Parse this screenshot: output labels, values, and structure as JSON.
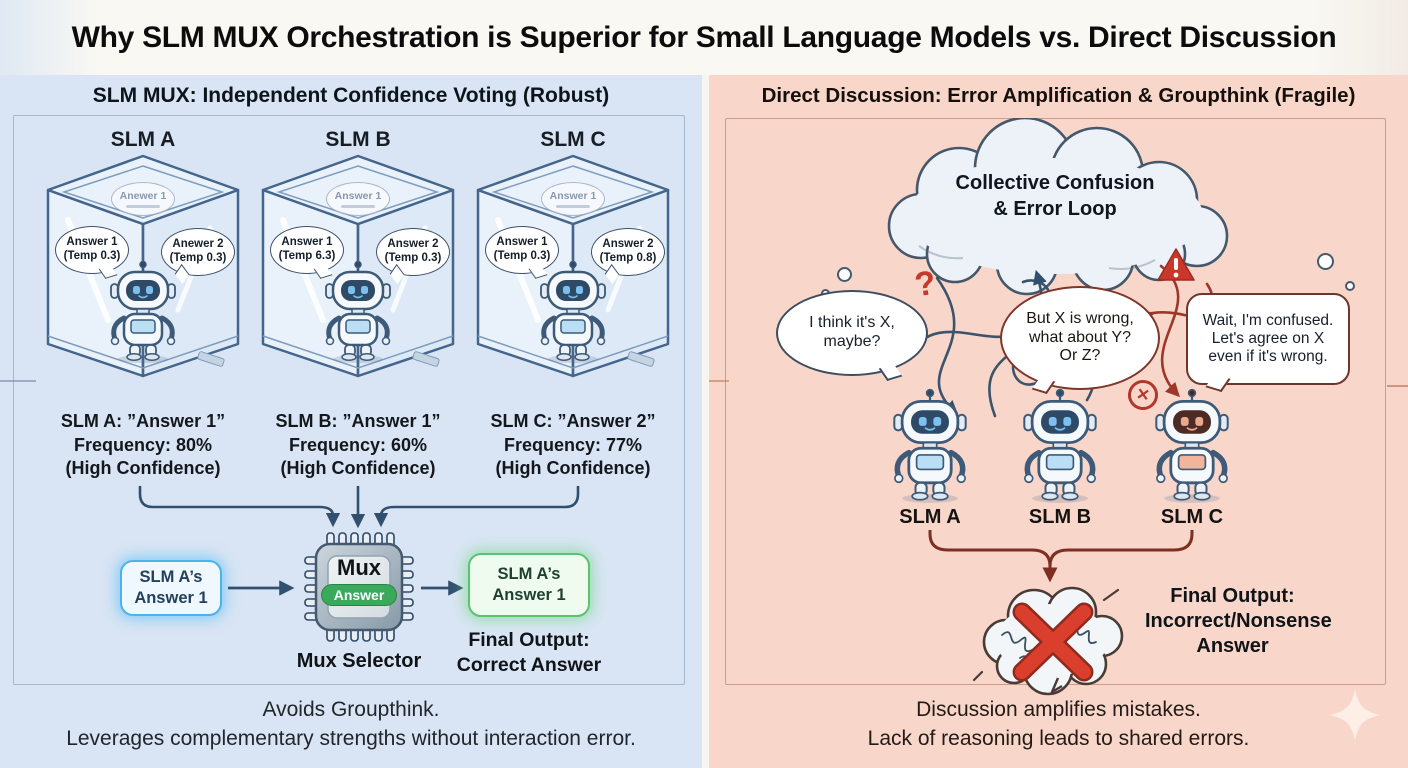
{
  "title": "Why SLM MUX Orchestration is Superior for Small Language Models vs. Direct Discussion",
  "colors": {
    "left_panel_bg": "#d9e5f4",
    "right_panel_bg": "#f8d7ca",
    "arrow_blue": "#32506d",
    "arrow_red": "#9c372a",
    "answer_badge_green": "#3aa95c",
    "input_glow_blue": "#4ab3e9",
    "output_glow_green": "#5ac46d",
    "error_red": "#d63c2a"
  },
  "left": {
    "header": "SLM MUX: Independent Confidence Voting (Robust)",
    "units": [
      {
        "label": "SLM A",
        "faded_bubble": "Anewer 1",
        "bubble1_line1": "Answer 1",
        "bubble1_line2": "(Temp 0.3)",
        "bubble2_line1": "Anewer 2",
        "bubble2_line2": "(Temp 0.3)"
      },
      {
        "label": "SLM B",
        "faded_bubble": "Answer 1",
        "bubble1_line1": "Answer 1",
        "bubble1_line2": "(Temp 6.3)",
        "bubble2_line1": "Answer 2",
        "bubble2_line2": "(Temp 0.3)"
      },
      {
        "label": "SLM C",
        "faded_bubble": "Answer 1",
        "bubble1_line1": "Answer 1",
        "bubble1_line2": "(Temp 0.3)",
        "bubble2_line1": "Answer 2",
        "bubble2_line2": "(Temp 0.8)"
      }
    ],
    "votes": [
      {
        "line1": "SLM A: ”Answer 1”",
        "line2": "Frequency: 80%",
        "line3": "(High Confidence)"
      },
      {
        "line1": "SLM B: ”Answer 1”",
        "line2": "Frequency: 60%",
        "line3": "(High Confidence)"
      },
      {
        "line1": "SLM C: ”Answer 2”",
        "line2": "Frequency: 77%",
        "line3": "(High Confidence)"
      }
    ],
    "input_box": {
      "line1": "SLM A’s",
      "line2": "Answer 1"
    },
    "mux": {
      "chip_label": "Mux",
      "chip_badge": "Answer",
      "caption": "Mux Selector"
    },
    "output_box": {
      "line1": "SLM A’s",
      "line2": "Answer 1"
    },
    "final": {
      "line1": "Final Output:",
      "line2": "Correct Answer"
    },
    "caption": {
      "line1": "Avoids Groupthink.",
      "line2": "Leverages complementary strengths without interaction error."
    }
  },
  "right": {
    "header": "Direct Discussion: Error Amplification & Groupthink (Fragile)",
    "cloud": {
      "line1": "Collective Confusion",
      "line2": "& Error Loop"
    },
    "glyphs": {
      "question": "?",
      "warning": "!",
      "cross": "✕"
    },
    "bubbles": [
      {
        "text": "I think it's X, maybe?"
      },
      {
        "text": "But X is wrong, what about Y? Or Z?"
      },
      {
        "text": "Wait, I'm confused. Let's agree on X even if it's wrong."
      }
    ],
    "robot_labels": [
      "SLM A",
      "SLM B",
      "SLM C"
    ],
    "final": {
      "line1": "Final Output:",
      "line2": "Incorrect/Nonsense",
      "line3": "Answer"
    },
    "caption": {
      "line1": "Discussion amplifies mistakes.",
      "line2": "Lack of reasoning leads to shared errors."
    }
  }
}
